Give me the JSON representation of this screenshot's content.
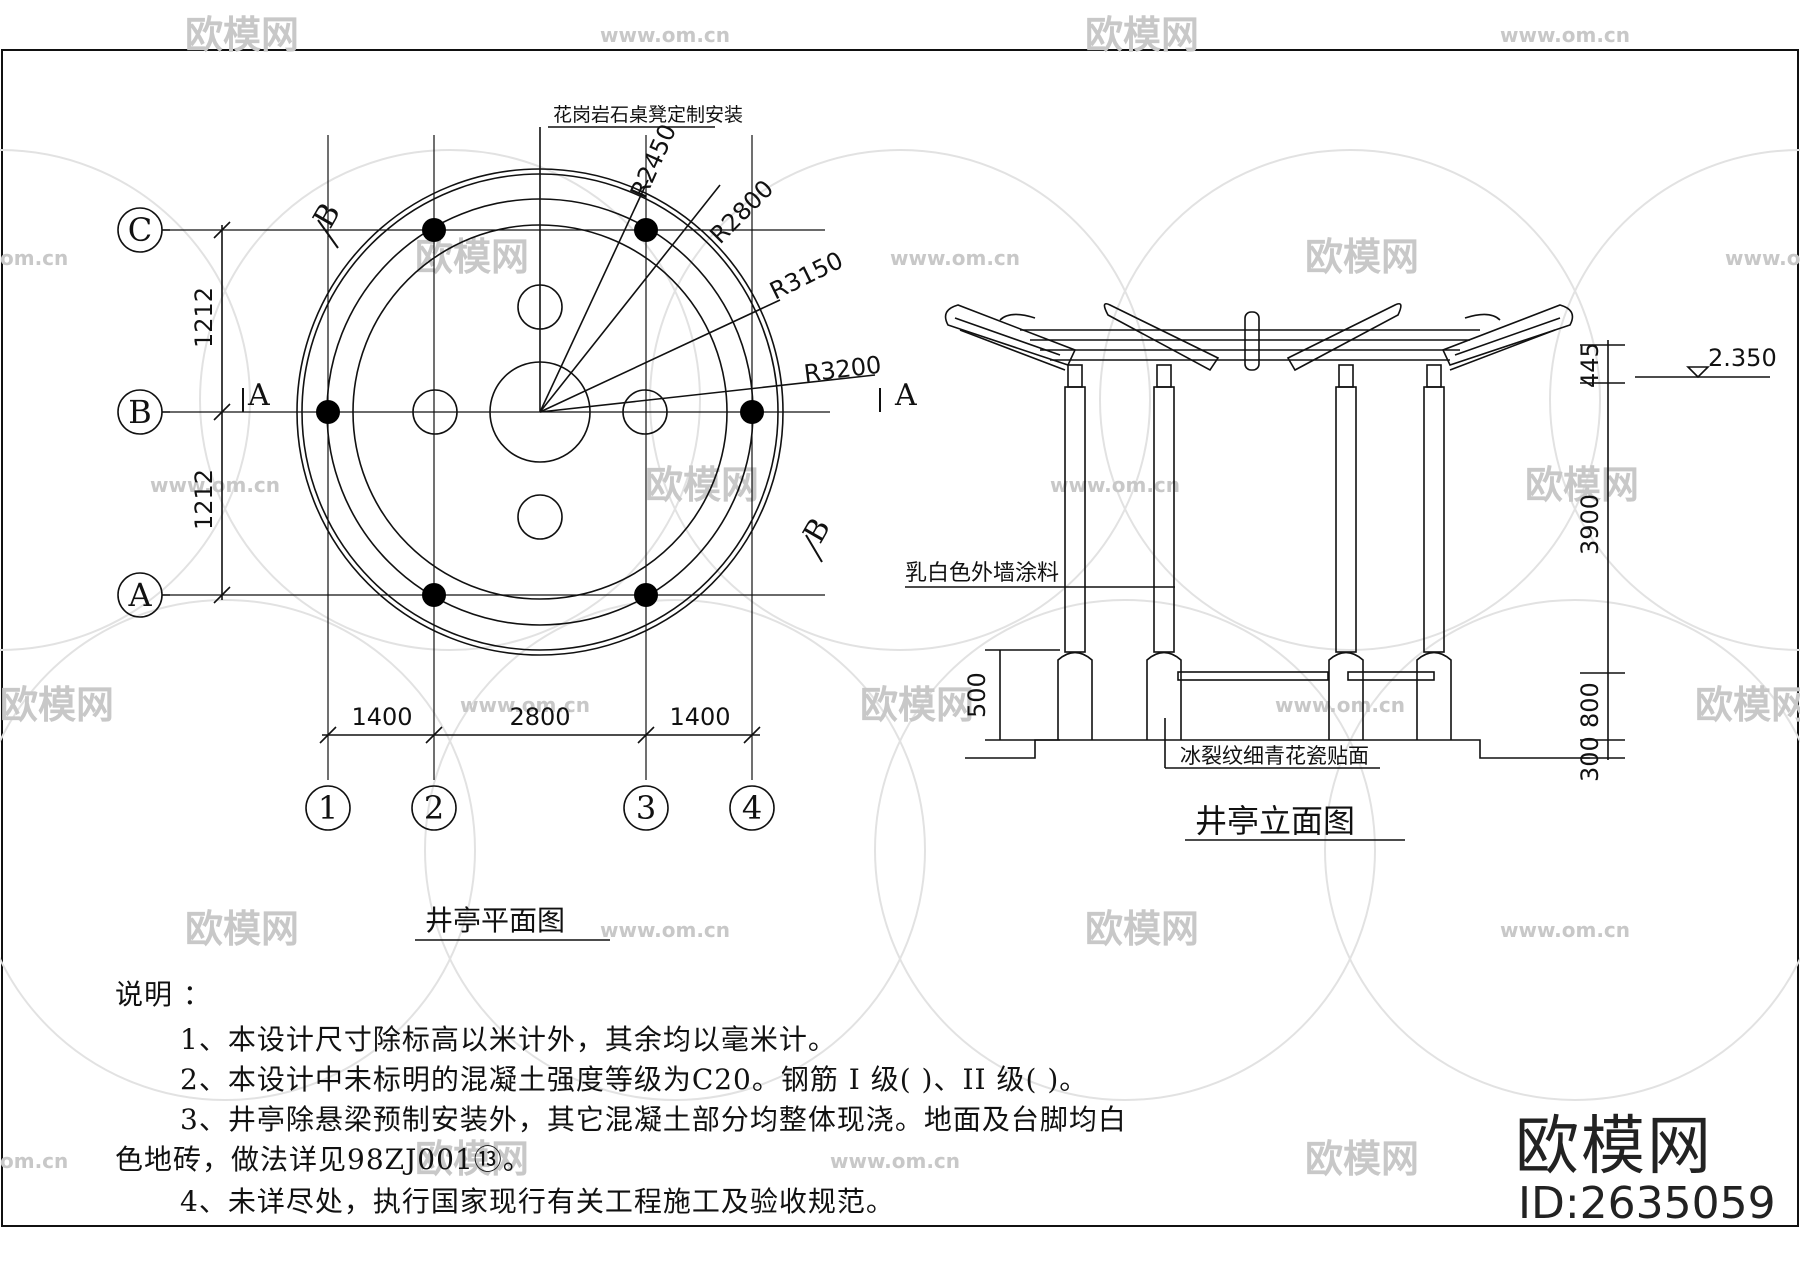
{
  "watermark": {
    "brand": "欧模网",
    "url": "www.om.cn",
    "url_short": "om.cn"
  },
  "plan": {
    "title": "井亭平面图",
    "annotation": "花岗岩石桌凳定制安装",
    "radii": [
      "R2450",
      "R2800",
      "R3150",
      "R3200"
    ],
    "row_axes": [
      "C",
      "B",
      "A"
    ],
    "column_axes": [
      "1",
      "2",
      "3",
      "4"
    ],
    "row_dims": [
      "1212",
      "1212"
    ],
    "column_dims": [
      "1400",
      "2800",
      "1400"
    ],
    "section_marks": [
      "A",
      "A",
      "B",
      "B"
    ]
  },
  "elevation": {
    "title": "井亭立面图",
    "level": "2.350",
    "dims_right": [
      "445",
      "3900",
      "800",
      "300"
    ],
    "dim_left": "500",
    "label_wall": "乳白色外墙涂料",
    "label_base": "冰裂纹细青花瓷贴面"
  },
  "notes": {
    "heading": "说明 ：",
    "item1": "1、本设计尺寸除标高以米计外，其余均以毫米计。",
    "item2": "2、本设计中未标明的混凝土强度等级为C20。钢筋 I 级( )、II 级( )。",
    "item3a": "3、井亭除悬梁预制安装外，其它混凝土部分均整体现浇。地面及台脚均白",
    "item3b": "色地砖，做法详见98ZJ001⑬。",
    "item4": "4、未详尽处，执行国家现行有关工程施工及验收规范。"
  },
  "brand_block": {
    "name": "欧模网",
    "id": "ID:2635059"
  }
}
